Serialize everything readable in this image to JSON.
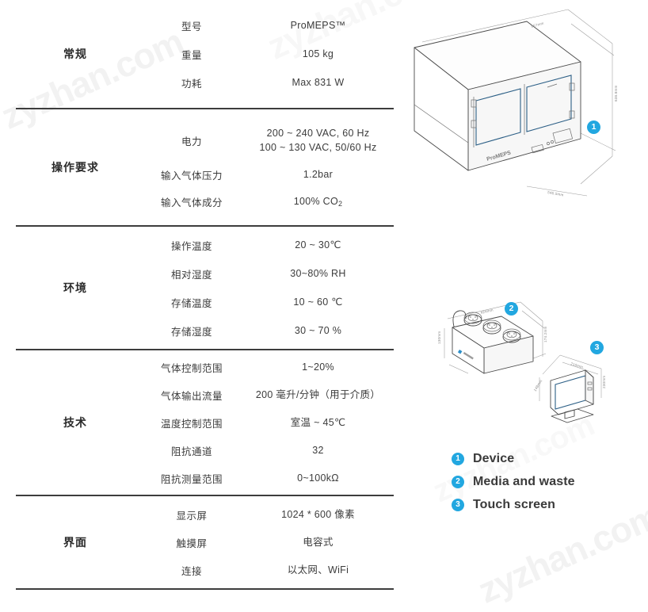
{
  "watermark": {
    "text": "zyzhan.com"
  },
  "colors": {
    "accent": "#22a7e0",
    "rule": "#3d3d3d",
    "text": "#3c3c3c",
    "panel_outline": "#2c5f86"
  },
  "spec_table": {
    "groups": [
      {
        "title": "常规",
        "rows": [
          {
            "label": "型号",
            "value": "ProMEPS™"
          },
          {
            "label": "重量",
            "value": "105 kg"
          },
          {
            "label": "功耗",
            "value": "Max 831 W"
          }
        ]
      },
      {
        "title": "操作要求",
        "rows": [
          {
            "label": "电力",
            "value_line1": "200 ~ 240 VAC, 60 Hz",
            "value_line2": "100 ~ 130 VAC, 50/60 Hz"
          },
          {
            "label": "输入气体压力",
            "value": "1.2bar"
          },
          {
            "label": "输入气体成分",
            "value_prefix": "100% CO",
            "value_sub": "2"
          }
        ]
      },
      {
        "title": "环境",
        "rows": [
          {
            "label": "操作温度",
            "value": "20 ~ 30℃"
          },
          {
            "label": "相对湿度",
            "value": "30~80% RH"
          },
          {
            "label": "存储温度",
            "value": "10 ~ 60 ℃"
          },
          {
            "label": "存储湿度",
            "value": "30 ~ 70 %"
          }
        ]
      },
      {
        "title": "技术",
        "rows": [
          {
            "label": "气体控制范围",
            "value": "1~20%"
          },
          {
            "label": "气体输出流量",
            "value": "200 毫升/分钟（用于介质）"
          },
          {
            "label": "温度控制范围",
            "value": "室温 ~ 45℃"
          },
          {
            "label": "阻抗通道",
            "value": "32"
          },
          {
            "label": "阻抗测量范围",
            "value": "0~100kΩ"
          }
        ]
      },
      {
        "title": "界面",
        "rows": [
          {
            "label": "显示屏",
            "value": "1024 * 600 像素"
          },
          {
            "label": "触摸屏",
            "value": "电容式"
          },
          {
            "label": "连接",
            "value": "以太网、WiFi"
          }
        ]
      }
    ]
  },
  "diagram": {
    "device_logo": "ProMEPS",
    "callouts": [
      {
        "number": "1",
        "target": "device"
      },
      {
        "number": "2",
        "target": "media-and-waste"
      },
      {
        "number": "3",
        "target": "touch-screen"
      }
    ],
    "dimensions": {
      "device_depth": "957mm",
      "device_height": "638.8mm",
      "device_width": "546.5mm",
      "media_width": "424mm",
      "media_height": "174.2mm",
      "media_depth": "130mm",
      "screen_width": "210mm",
      "screen_height": "230mm",
      "screen_depth": "148mm"
    }
  },
  "legend": {
    "items": [
      {
        "number": "1",
        "label": "Device"
      },
      {
        "number": "2",
        "label": "Media and waste"
      },
      {
        "number": "3",
        "label": "Touch screen"
      }
    ]
  }
}
